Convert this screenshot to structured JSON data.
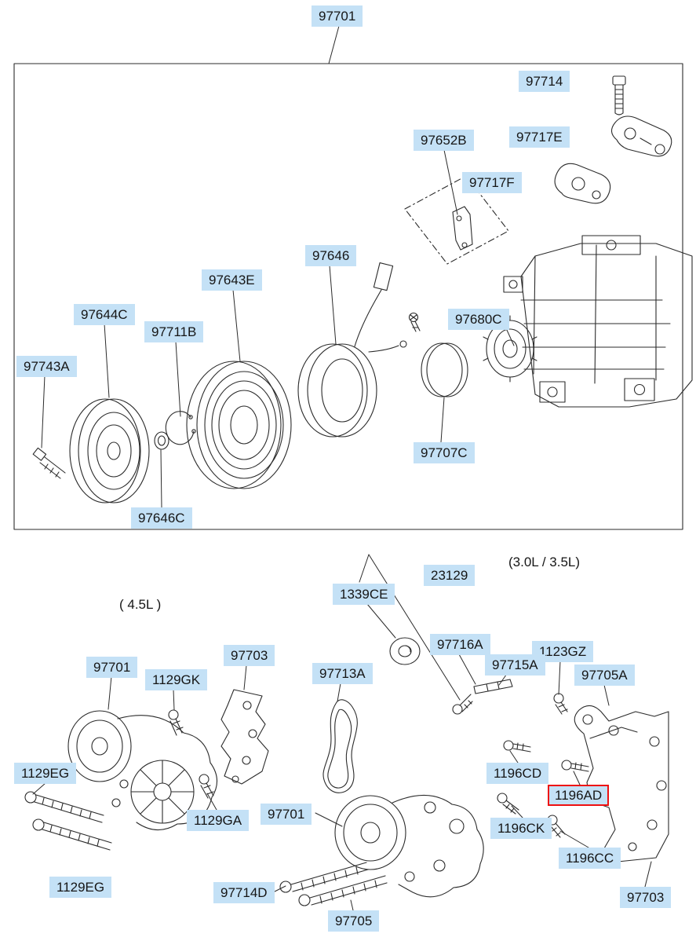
{
  "diagram": {
    "type": "exploded-parts-diagram",
    "selected_part": "1196AD",
    "colors": {
      "label_bg": "#c4e1f6",
      "highlight_border": "#ee1111",
      "line": "#2b2b2b"
    }
  },
  "captions": {
    "liter_45": "( 4.5L )",
    "liter_30_35": "(3.0L / 3.5L)"
  },
  "labels": {
    "p97701_main": "97701",
    "p97714": "97714",
    "p97717E": "97717E",
    "p97652B": "97652B",
    "p97717F": "97717F",
    "p97646": "97646",
    "p97643E": "97643E",
    "p97644C": "97644C",
    "p97711B": "97711B",
    "p97680C": "97680C",
    "p97743A": "97743A",
    "p97707C": "97707C",
    "p97646C": "97646C",
    "p23129": "23129",
    "p1339CE": "1339CE",
    "p97716A": "97716A",
    "p1123GZ": "1123GZ",
    "p97715A": "97715A",
    "p97703_a": "97703",
    "p97713A": "97713A",
    "p97701_b": "97701",
    "p1129GK": "1129GK",
    "p97705A": "97705A",
    "p1129EG_a": "1129EG",
    "p1196CD": "1196CD",
    "p1196AD": "1196AD",
    "p1129GA": "1129GA",
    "p97701_c": "97701",
    "p1196CK": "1196CK",
    "p1196CC": "1196CC",
    "p1129EG_b": "1129EG",
    "p97714D": "97714D",
    "p97703_b": "97703",
    "p97705": "97705"
  }
}
